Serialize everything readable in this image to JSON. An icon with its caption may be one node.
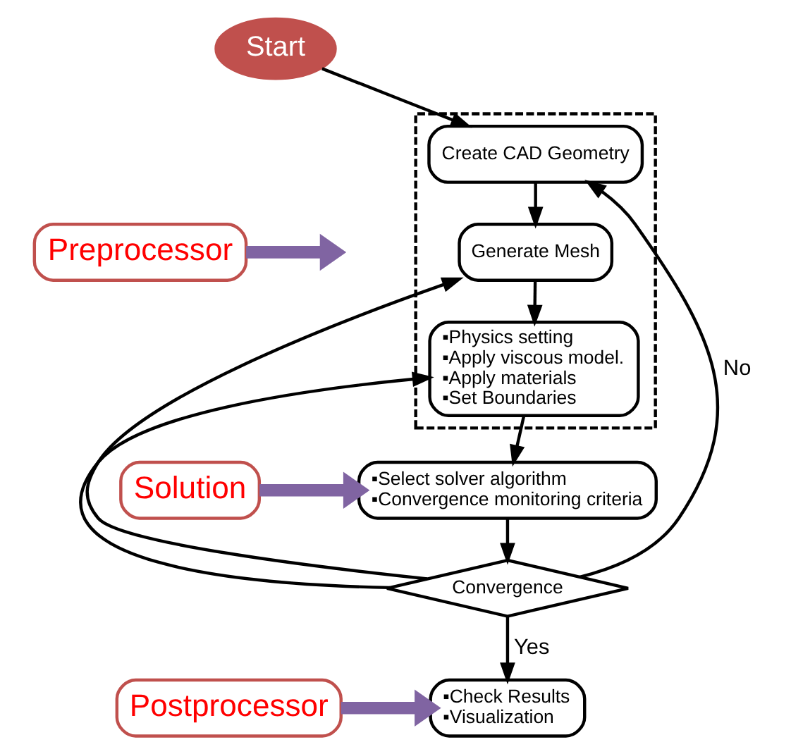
{
  "diagram": {
    "nodes": [
      {
        "text": [
          "Start"
        ]
      },
      {
        "text": [],
        "shape": "box"
      },
      {
        "text": [
          "Create CAD Geometry"
        ],
        "in": 1
      },
      {
        "text": [
          "Generate Mesh"
        ],
        "in": 1
      },
      {
        "text": [
          "▪Physics setting",
          "▪Apply viscous model.",
          "▪Apply materials",
          "▪Set Boundaries"
        ],
        "in": 1
      },
      {
        "text": [
          "Preprocessor"
        ]
      },
      {
        "text": [
          "Solution"
        ]
      },
      {
        "text": [
          "▪Select solver algorithm",
          "▪Convergence monitoring criteria"
        ]
      },
      {
        "text": [
          "Convergence"
        ]
      },
      {
        "text": [
          "Postprocessor"
        ]
      },
      {
        "text": [
          "▪Check Results",
          "▪Visualization"
        ]
      }
    ],
    "edges": [
      {
        "from": 0,
        "to": 2,
        "arrow": "to"
      },
      {
        "from": 2,
        "to": 3,
        "arrow": "to"
      },
      {
        "from": 3,
        "to": 4,
        "arrow": "to"
      },
      {
        "from": 4,
        "to": 7,
        "arrow": "to"
      },
      {
        "from": 7,
        "to": 8,
        "arrow": "to"
      },
      {
        "from": 8,
        "to": 10,
        "label": "Yes",
        "arrow": "to"
      },
      {
        "from": 8,
        "to": 2,
        "label": "No",
        "arrow": "to"
      },
      {
        "from": 8,
        "to": 3,
        "arrow": "to"
      },
      {
        "from": 8,
        "to": 4,
        "arrow": "to"
      },
      {
        "from": 5,
        "to": null,
        "arrow": "to",
        "style": "thick",
        "color": "#8064a2"
      },
      {
        "from": 6,
        "to": 7,
        "arrow": "to",
        "style": "thick",
        "color": "#8064a2"
      },
      {
        "from": 9,
        "to": 10,
        "arrow": "to",
        "style": "thick",
        "color": "#8064a2"
      }
    ]
  }
}
